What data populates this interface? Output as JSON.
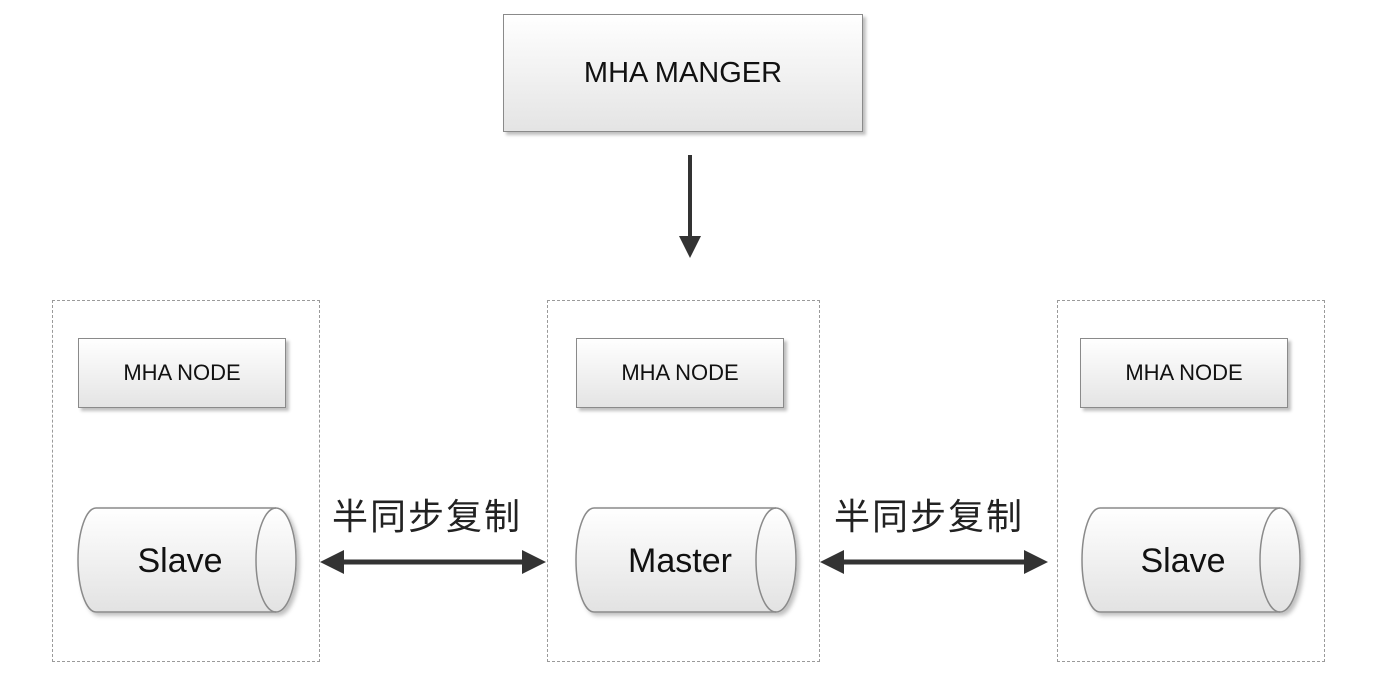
{
  "manager": {
    "label": "MHA MANGER"
  },
  "nodes": [
    {
      "node_label": "MHA NODE",
      "db_label": "Slave"
    },
    {
      "node_label": "MHA NODE",
      "db_label": "Master"
    },
    {
      "node_label": "MHA NODE",
      "db_label": "Slave"
    }
  ],
  "replication": [
    {
      "label": "半同步复制"
    },
    {
      "label": "半同步复制"
    }
  ],
  "colors": {
    "box_border": "#8a8a8a",
    "arrow": "#333333",
    "dashed_border": "#9a9a9a"
  }
}
